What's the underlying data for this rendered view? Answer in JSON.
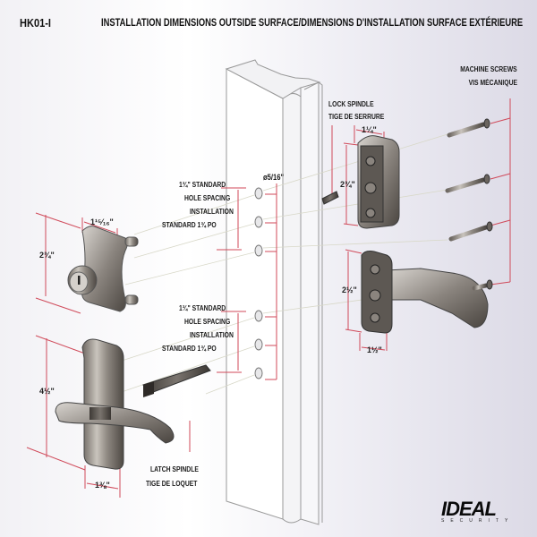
{
  "header": {
    "model": "HK01-I",
    "title": "INSTALLATION DIMENSIONS OUTSIDE SURFACE/DIMENSIONS D'INSTALLATION SURFACE EXTÉRIEURE"
  },
  "labels": {
    "machine_screws_en": "MACHINE SCREWS",
    "machine_screws_fr": "VIS MÉCANIQUE",
    "lock_spindle_en": "LOCK SPINDLE",
    "lock_spindle_fr": "TIGE DE SERRURE",
    "latch_spindle_en": "LATCH SPINDLE",
    "latch_spindle_fr": "TIGE DE LOQUET",
    "hole_diameter": "ø5/16\"",
    "upper_spacing": [
      "1¾\" STANDARD",
      "HOLE SPACING",
      "INSTALLATION",
      "STANDARD 1¾ PO"
    ],
    "lower_spacing": [
      "1¾\" STANDARD",
      "HOLE SPACING",
      "INSTALLATION",
      "STANDARD 1¾ PO"
    ]
  },
  "dimensions": {
    "lock_cylinder_width": "1¹⁵⁄₁₆\"",
    "lock_cylinder_height": "2¾\"",
    "lever_height": "4½\"",
    "lever_width": "1⅜\"",
    "lock_block_width": "1¼\"",
    "lock_block_height": "2¾\"",
    "latch_block_height": "2½\"",
    "latch_block_width": "1½\""
  },
  "brand": {
    "name": "IDEAL",
    "sub": "SECURITY"
  },
  "colors": {
    "dimension_line": "#d04a5a",
    "text": "#1a1a1a"
  }
}
